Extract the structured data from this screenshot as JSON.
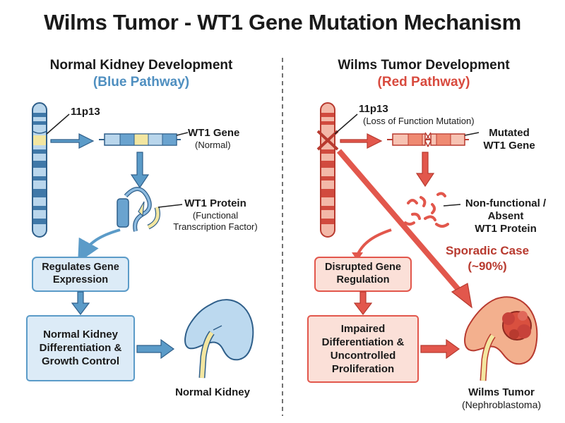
{
  "title": "Wilms Tumor - WT1 Gene Mutation Mechanism",
  "colors": {
    "blue": "#5b9bc8",
    "blue_dark": "#2f5f8a",
    "blue_fill": "#dcebf7",
    "red": "#e2574c",
    "red_dark": "#b83a2f",
    "red_fill": "#fbe0d8",
    "yellow": "#f3e6a0"
  },
  "left": {
    "heading": "Normal Kidney Development",
    "subheading": "(Blue Pathway)",
    "locus": "11p13",
    "gene_label": "WT1 Gene",
    "gene_note": "(Normal)",
    "protein_label": "WT1 Protein",
    "protein_note_1": "(Functional",
    "protein_note_2": "Transcription Factor)",
    "box1_line1": "Regulates Gene",
    "box1_line2": "Expression",
    "box2_line1": "Normal Kidney",
    "box2_line2": "Differentiation &",
    "box2_line3": "Growth Control",
    "organ_label": "Normal Kidney"
  },
  "right": {
    "heading": "Wilms Tumor Development",
    "subheading": "(Red Pathway)",
    "locus": "11p13",
    "locus_note": "(Loss of Function Mutation)",
    "gene_label_1": "Mutated",
    "gene_label_2": "WT1 Gene",
    "protein_label_1": "Non-functional /",
    "protein_label_2": "Absent",
    "protein_label_3": "WT1 Protein",
    "sporadic_1": "Sporadic Case",
    "sporadic_2": "(~90%)",
    "box1_line1": "Disrupted Gene",
    "box1_line2": "Regulation",
    "box2_line1": "Impaired",
    "box2_line2": "Differentiation &",
    "box2_line3": "Uncontrolled",
    "box2_line4": "Proliferation",
    "organ_label": "Wilms Tumor",
    "organ_note": "(Nephroblastoma)"
  }
}
